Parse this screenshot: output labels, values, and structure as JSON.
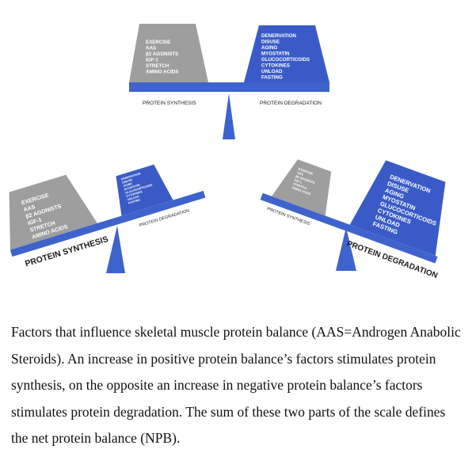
{
  "colors": {
    "gray_weight": "#9e9e9e",
    "blue_weight": "#3a5bc7",
    "beam": "#3f63cc",
    "pivot": "#3f63cc",
    "label_text": "#1a1a1a",
    "weight_text": "#ffffff"
  },
  "factors": {
    "positive": [
      "EXERCISE",
      "AAS",
      "β2 AGONISTS",
      "IGF-1",
      "STRETCH",
      "AMINO ACIDS"
    ],
    "negative": [
      "DENERVATION",
      "DISUSE",
      "AGING",
      "MYOSTATIN",
      "GLUCOCORTICOIDS",
      "CYTOKINES",
      "UNLOAD",
      "FASTING"
    ]
  },
  "labels": {
    "synthesis": "PROTEIN SYNTHESIS",
    "degradation": "PROTEIN DEGRADATION"
  },
  "caption": "Factors that influence skeletal muscle protein balance (AAS=Androgen Anabolic Steroids). An increase in positive protein balance’s factors stimulates protein synthesis, on the opposite an increase in negative protein balance’s factors stimulates protein degradation. The sum of these two parts of the scale defines the net protein balance (NPB)."
}
